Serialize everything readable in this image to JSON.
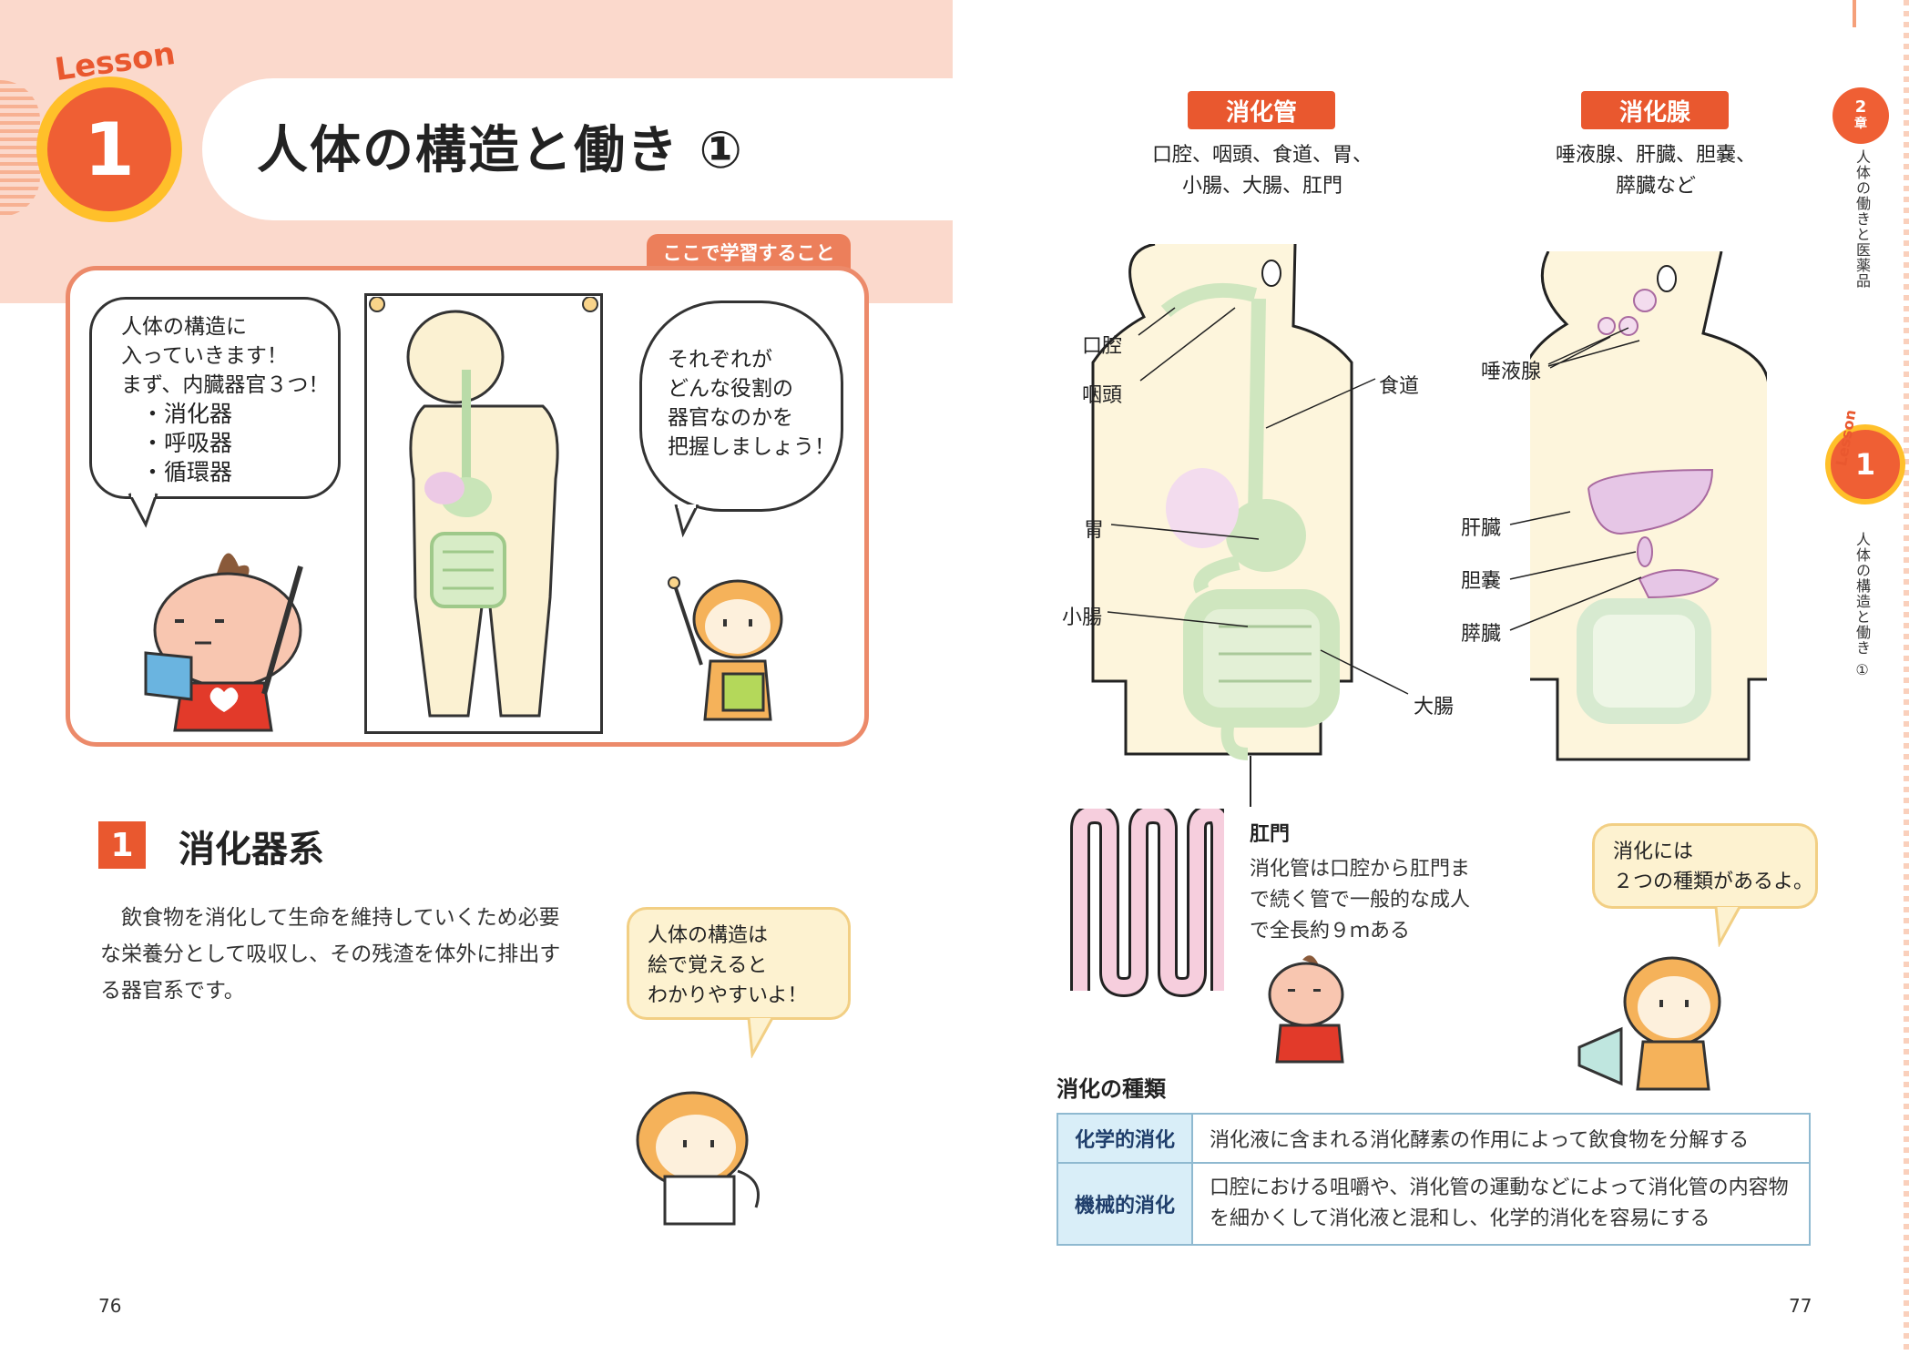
{
  "left_page": {
    "lesson_word": "Lesson",
    "lesson_number": "1",
    "title": "人体の構造と働き ①",
    "learn_tab": "ここで学習すること",
    "bubble1": {
      "lines": [
        "人体の構造に",
        "入っていきます！",
        "まず、内臓器官３つ！"
      ],
      "items": [
        "・消化器",
        "・呼吸器",
        "・循環器"
      ]
    },
    "bubble2": {
      "lines": [
        "それぞれが",
        "どんな役割の",
        "器官なのかを",
        "把握しましょう！"
      ]
    },
    "section": {
      "number": "1",
      "title": "消化器系"
    },
    "body_lines": [
      "　飲食物を消化して生命を維持していくため必要",
      "な栄養分として吸収し、その残渣を体外に排出す",
      "る器官系です。"
    ],
    "note": {
      "lines": [
        "人体の構造は",
        "絵で覚えると",
        "わかりやすいよ！"
      ]
    },
    "page_number": "76"
  },
  "right_page": {
    "tag_left": "消化管",
    "caption_left": [
      "口腔、咽頭、食道、胃、",
      "小腸、大腸、肛門"
    ],
    "tag_right": "消化腺",
    "caption_right": [
      "唾液腺、肝臓、胆嚢、",
      "膵臓など"
    ],
    "labels_left": {
      "mouth": "口腔",
      "pharynx": "咽頭",
      "esophagus": "食道",
      "stomach": "胃",
      "small_intestine": "小腸",
      "large_intestine": "大腸"
    },
    "labels_right": {
      "salivary": "唾液腺",
      "liver": "肝臓",
      "gallbladder": "胆嚢",
      "pancreas": "膵臓"
    },
    "anus": {
      "title": "肛門",
      "lines": [
        "消化管は口腔から肛門ま",
        "で続く管で一般的な成人",
        "で全長約９ｍある"
      ]
    },
    "note": {
      "lines": [
        "消化には",
        "２つの種類があるよ。"
      ]
    },
    "table_title": "消化の種類",
    "table": [
      {
        "head": "化学的消化",
        "lines": [
          "消化液に含まれる消化酵素の作用によって飲食物を分解する"
        ]
      },
      {
        "head": "機械的消化",
        "lines": [
          "口腔における咀嚼や、消化管の運動などによって消化管の内容物",
          "を細かくして消化液と混和し、化学的消化を容易にする"
        ]
      }
    ],
    "side": {
      "chapter_num": "2",
      "chapter_kanji": "章",
      "chapter_title": "人体の働きと医薬品",
      "lesson_word": "Lesson",
      "lesson_num": "1",
      "lesson_title": "人体の構造と働き ①"
    },
    "page_number": "77"
  },
  "colors": {
    "accent": "#e9582f",
    "header_pink": "#fbd9cc",
    "gold": "#ffc02a",
    "table_head": "#d9eef8",
    "note_bg": "#fdf2d0"
  }
}
